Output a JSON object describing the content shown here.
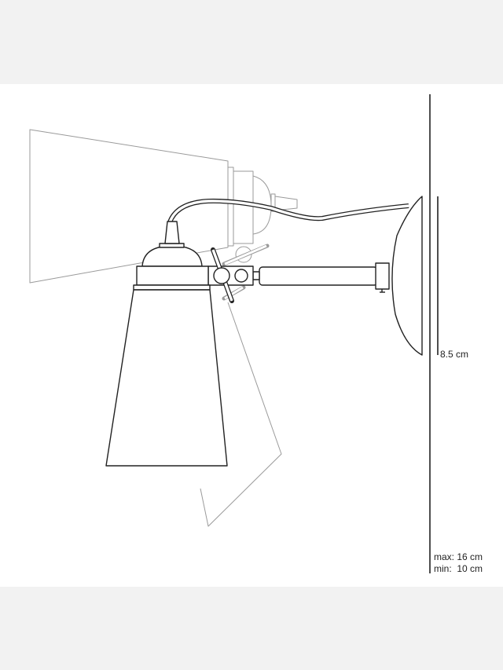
{
  "dimensions": {
    "height_label": "8.5 cm",
    "max_label": "max: 16 cm",
    "min_label": "min:  10 cm"
  },
  "colors": {
    "background": "#f2f2f2",
    "canvas": "#ffffff",
    "line": "#222222",
    "ghost_line": "#9a9a9a"
  }
}
